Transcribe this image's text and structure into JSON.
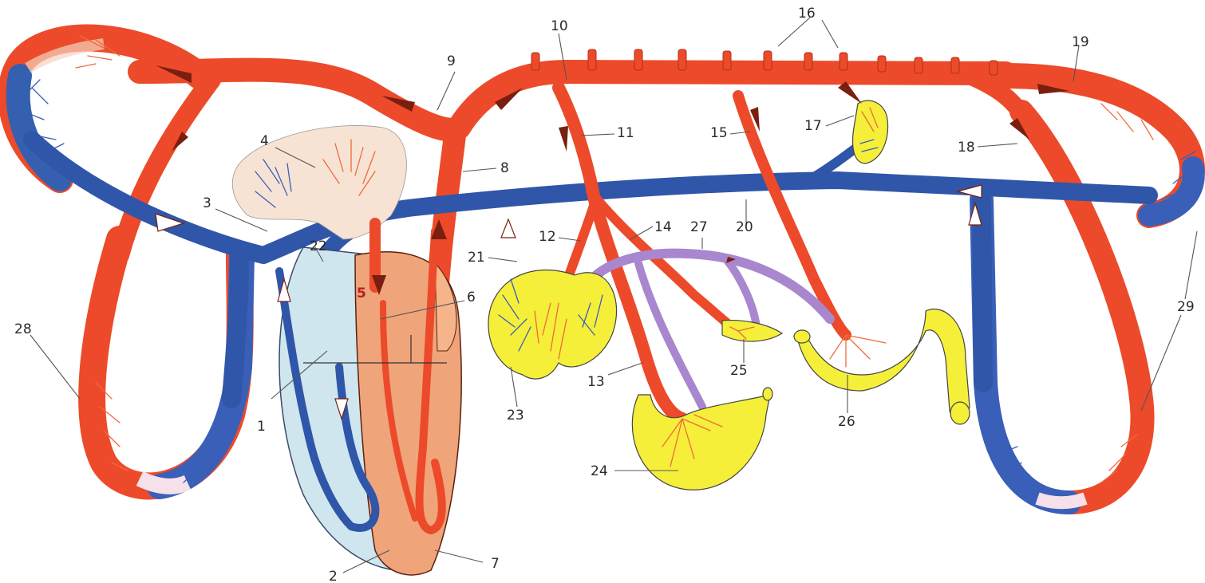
{
  "diagram": {
    "labels": [
      {
        "id": "1",
        "text": "1"
      },
      {
        "id": "2",
        "text": "2"
      },
      {
        "id": "3",
        "text": "3"
      },
      {
        "id": "4",
        "text": "4"
      },
      {
        "id": "5",
        "text": "5"
      },
      {
        "id": "6",
        "text": "6"
      },
      {
        "id": "7",
        "text": "7"
      },
      {
        "id": "8",
        "text": "8"
      },
      {
        "id": "9",
        "text": "9"
      },
      {
        "id": "10",
        "text": "10"
      },
      {
        "id": "11",
        "text": "11"
      },
      {
        "id": "12",
        "text": "12"
      },
      {
        "id": "13",
        "text": "13"
      },
      {
        "id": "14",
        "text": "14"
      },
      {
        "id": "15",
        "text": "15"
      },
      {
        "id": "16",
        "text": "16"
      },
      {
        "id": "17",
        "text": "17"
      },
      {
        "id": "18",
        "text": "18"
      },
      {
        "id": "19",
        "text": "19"
      },
      {
        "id": "20",
        "text": "20"
      },
      {
        "id": "21",
        "text": "21"
      },
      {
        "id": "22",
        "text": "22"
      },
      {
        "id": "23",
        "text": "23"
      },
      {
        "id": "24",
        "text": "24"
      },
      {
        "id": "25",
        "text": "25"
      },
      {
        "id": "26",
        "text": "26"
      },
      {
        "id": "27",
        "text": "27"
      },
      {
        "id": "28",
        "text": "28"
      },
      {
        "id": "29",
        "text": "29"
      }
    ],
    "colors": {
      "arterial": "#ec4a2a",
      "venous": "#2f56a8",
      "portal": "#a987cf",
      "organ": "#f5ef3a",
      "heart_left": "#f0a47a",
      "heart_right": "#cfe6ef"
    }
  }
}
